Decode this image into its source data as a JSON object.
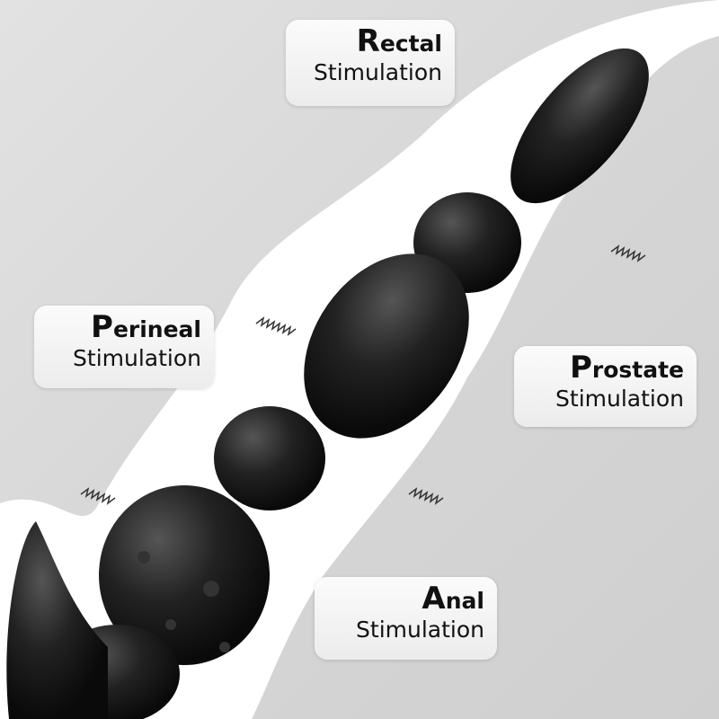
{
  "labels": [
    {
      "id": "rectal",
      "first": "R",
      "rest": "ectal",
      "line2": "Stimulation"
    },
    {
      "id": "perineal",
      "first": "P",
      "rest": "erineal",
      "line2": "Stimulation"
    },
    {
      "id": "prostate",
      "first": "P",
      "rest": "rostate",
      "line2": "Stimulation"
    },
    {
      "id": "anal",
      "first": "A",
      "rest": "nal",
      "line2": "Stimulation"
    }
  ],
  "colors": {
    "product": "#1a1a1a",
    "band": "#ffffff",
    "background": "#d8d8d8"
  }
}
